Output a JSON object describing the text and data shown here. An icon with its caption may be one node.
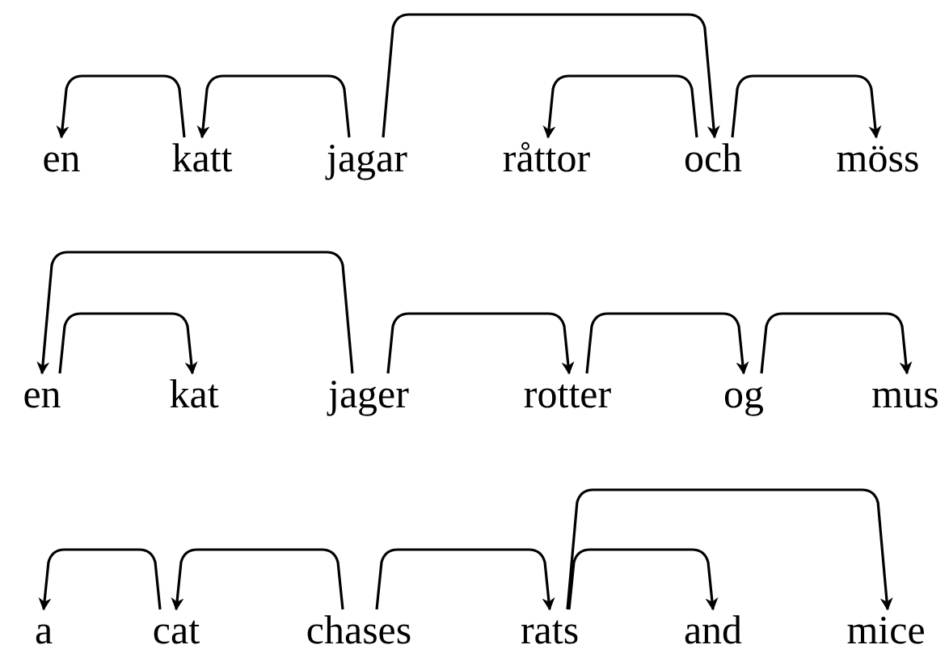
{
  "diagram": {
    "nodes": [
      {
        "text": [
          "en"
        ]
      },
      {
        "text": [
          "katt"
        ]
      },
      {
        "text": [
          "jagar"
        ]
      },
      {
        "text": [
          "råttor"
        ]
      },
      {
        "text": [
          "och"
        ]
      },
      {
        "text": [
          "möss"
        ]
      },
      {
        "text": [
          "en"
        ]
      },
      {
        "text": [
          "kat"
        ]
      },
      {
        "text": [
          "jager"
        ]
      },
      {
        "text": [
          "rotter"
        ]
      },
      {
        "text": [
          "og"
        ]
      },
      {
        "text": [
          "mus"
        ]
      },
      {
        "text": [
          "a"
        ]
      },
      {
        "text": [
          "cat"
        ]
      },
      {
        "text": [
          "chases"
        ]
      },
      {
        "text": [
          "rats"
        ]
      },
      {
        "text": [
          "and"
        ]
      },
      {
        "text": [
          "mice"
        ]
      }
    ],
    "edges": [
      {
        "from": 1,
        "to": 0,
        "arrow": "to"
      },
      {
        "from": 2,
        "to": 1,
        "arrow": "to"
      },
      {
        "from": 2,
        "to": 4,
        "arrow": "to"
      },
      {
        "from": 4,
        "to": 3,
        "arrow": "to"
      },
      {
        "from": 4,
        "to": 5,
        "arrow": "to"
      },
      {
        "from": 8,
        "to": 6,
        "arrow": "to"
      },
      {
        "from": 6,
        "to": 7,
        "arrow": "to"
      },
      {
        "from": 8,
        "to": 9,
        "arrow": "to"
      },
      {
        "from": 9,
        "to": 10,
        "arrow": "to"
      },
      {
        "from": 10,
        "to": 11,
        "arrow": "to"
      },
      {
        "from": 13,
        "to": 12,
        "arrow": "to"
      },
      {
        "from": 14,
        "to": 13,
        "arrow": "to"
      },
      {
        "from": 14,
        "to": 15,
        "arrow": "to"
      },
      {
        "from": 15,
        "to": 16,
        "arrow": "to"
      },
      {
        "from": 15,
        "to": 17,
        "arrow": "to"
      }
    ]
  }
}
